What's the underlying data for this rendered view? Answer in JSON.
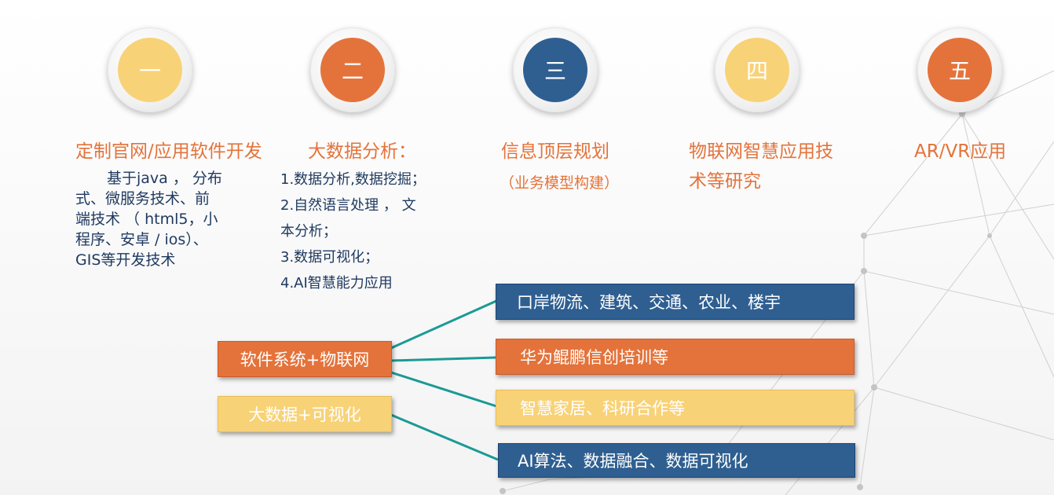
{
  "steps": [
    {
      "numeral": "一",
      "heading": "定制官网/应用软件开发"
    },
    {
      "numeral": "二",
      "heading": "大数据分析："
    },
    {
      "numeral": "三",
      "heading": "信息顶层规划",
      "subheading": "（业务模型构建）"
    },
    {
      "numeral": "四",
      "heading_line1": "物联网智慧应用技",
      "heading_line2": "术等研究"
    },
    {
      "numeral": "五",
      "heading": "AR/VR应用"
    }
  ],
  "step1_desc": {
    "line1": "基于java ， 分布",
    "line2": "式、微服务技术、前",
    "line3": "端技术 （ html5，小",
    "line4": "程序、安卓 / ios）、",
    "line5": "GIS等开发技术"
  },
  "step2_list": [
    "1.数据分析,数据挖掘；",
    "2.自然语言处理 ， 文",
    "本分析；",
    "3.数据可视化；",
    "4.AI智慧能力应用"
  ],
  "categories": {
    "software_iot": "软件系统+物联网",
    "bigdata_vis": "大数据+可视化"
  },
  "applications": [
    "口岸物流、建筑、交通、农业、楼宇",
    "华为鲲鹏信创培训等",
    "智慧家居、科研合作等",
    "AI算法、数据融合、数据可视化"
  ],
  "colors": {
    "orange": "#e4733b",
    "yellow": "#f8d277",
    "blue": "#2f5f91",
    "connector": "#1a9a96"
  }
}
